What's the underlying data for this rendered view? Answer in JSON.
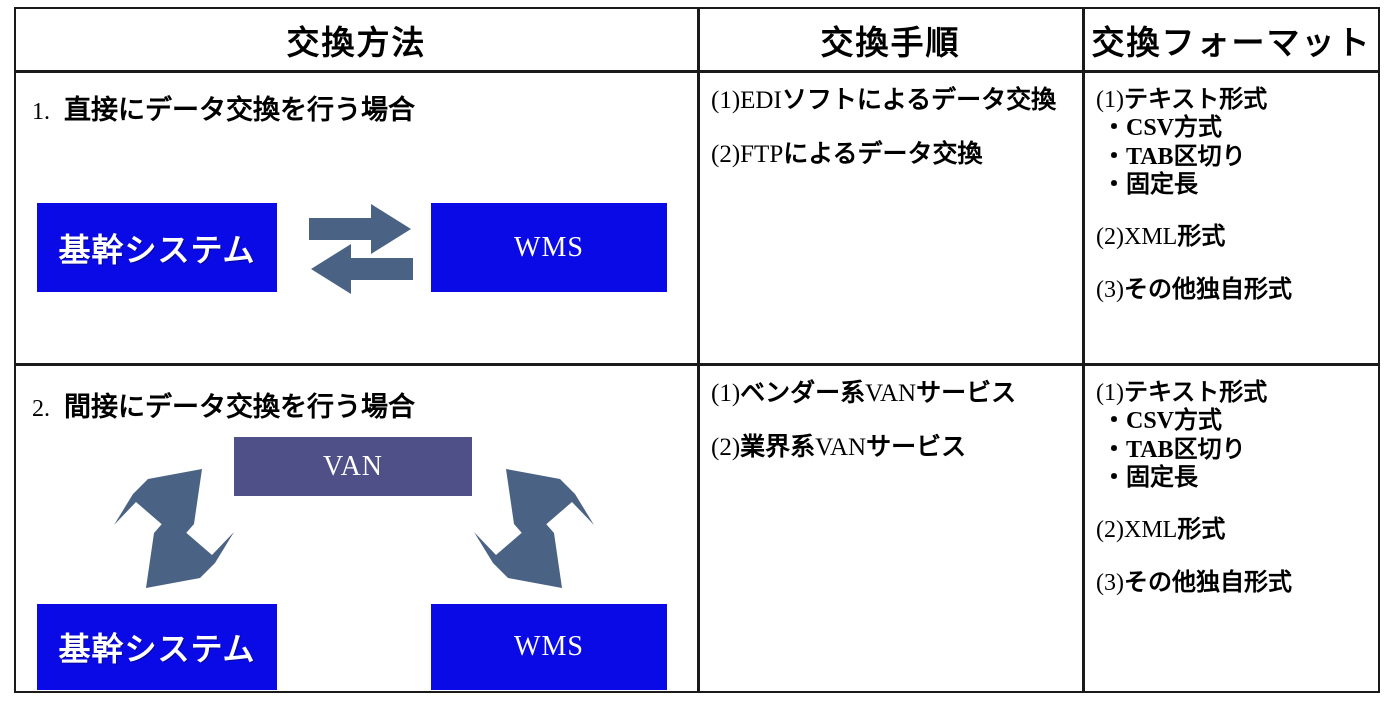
{
  "table": {
    "headers": [
      {
        "label": "交換方法"
      },
      {
        "label": "交換手順"
      },
      {
        "label": "交換フォーマット"
      }
    ],
    "rows": [
      {
        "method": {
          "number": "1.",
          "title": "直接にデータ交換を行う場合",
          "diagram": {
            "type": "direct-exchange",
            "nodes": [
              {
                "id": "core-system",
                "label": "基幹システム",
                "color": "#0a0ae6"
              },
              {
                "id": "wms",
                "label": "WMS",
                "color": "#0a0ae6"
              }
            ],
            "arrows": [
              {
                "id": "arrow-right",
                "direction": "right",
                "color": "#4a6284"
              },
              {
                "id": "arrow-left",
                "direction": "left",
                "color": "#4a6284"
              }
            ]
          }
        },
        "procedure": [
          {
            "index": "(1)",
            "latin": "EDI",
            "text": "ソフトによるデータ交換"
          },
          {
            "index": "(2)",
            "latin": "FTP",
            "text": "によるデータ交換"
          }
        ],
        "format": [
          {
            "index": "(1)",
            "latin": "",
            "text": "テキスト形式",
            "bullets": [
              {
                "latin": "CSV",
                "text": "方式"
              },
              {
                "latin": "TAB",
                "text": "区切り"
              },
              {
                "latin": "",
                "text": "固定長"
              }
            ]
          },
          {
            "index": "(2)",
            "latin": "XML",
            "text": "形式",
            "bullets": []
          },
          {
            "index": "(3)",
            "latin": "",
            "text": "その他独自形式",
            "bullets": []
          }
        ]
      },
      {
        "method": {
          "number": "2.",
          "title": "間接にデータ交換を行う場合",
          "diagram": {
            "type": "indirect-exchange-via-van",
            "nodes": [
              {
                "id": "van",
                "label": "VAN",
                "color": "#4f5087"
              },
              {
                "id": "core-system",
                "label": "基幹システム",
                "color": "#0a0ae6"
              },
              {
                "id": "wms",
                "label": "WMS",
                "color": "#0a0ae6"
              }
            ],
            "arrows": [
              {
                "id": "arrow-core-to-van",
                "direction": "up-right",
                "color": "#4a6284"
              },
              {
                "id": "arrow-van-to-core",
                "direction": "down-left",
                "color": "#4a6284"
              },
              {
                "id": "arrow-wms-to-van",
                "direction": "up-left",
                "color": "#4a6284"
              },
              {
                "id": "arrow-van-to-wms",
                "direction": "down-right",
                "color": "#4a6284"
              }
            ]
          }
        },
        "procedure": [
          {
            "index": "(1)",
            "prefix": "ベンダー系",
            "latin": "VAN",
            "text": "サービス"
          },
          {
            "index": "(2)",
            "prefix": "業界系",
            "latin": "VAN",
            "text": "サービス"
          }
        ],
        "format": [
          {
            "index": "(1)",
            "latin": "",
            "text": "テキスト形式",
            "bullets": [
              {
                "latin": "CSV",
                "text": "方式"
              },
              {
                "latin": "TAB",
                "text": "区切り"
              },
              {
                "latin": "",
                "text": "固定長"
              }
            ]
          },
          {
            "index": "(2)",
            "latin": "XML",
            "text": "形式",
            "bullets": []
          },
          {
            "index": "(3)",
            "latin": "",
            "text": "その他独自形式",
            "bullets": []
          }
        ]
      }
    ]
  },
  "colors": {
    "border": "#1a1a1a",
    "node_blue": "#0a0ae6",
    "node_van": "#4f5087",
    "arrow": "#4a6284",
    "background": "#ffffff"
  },
  "bullet_glyph": "・"
}
